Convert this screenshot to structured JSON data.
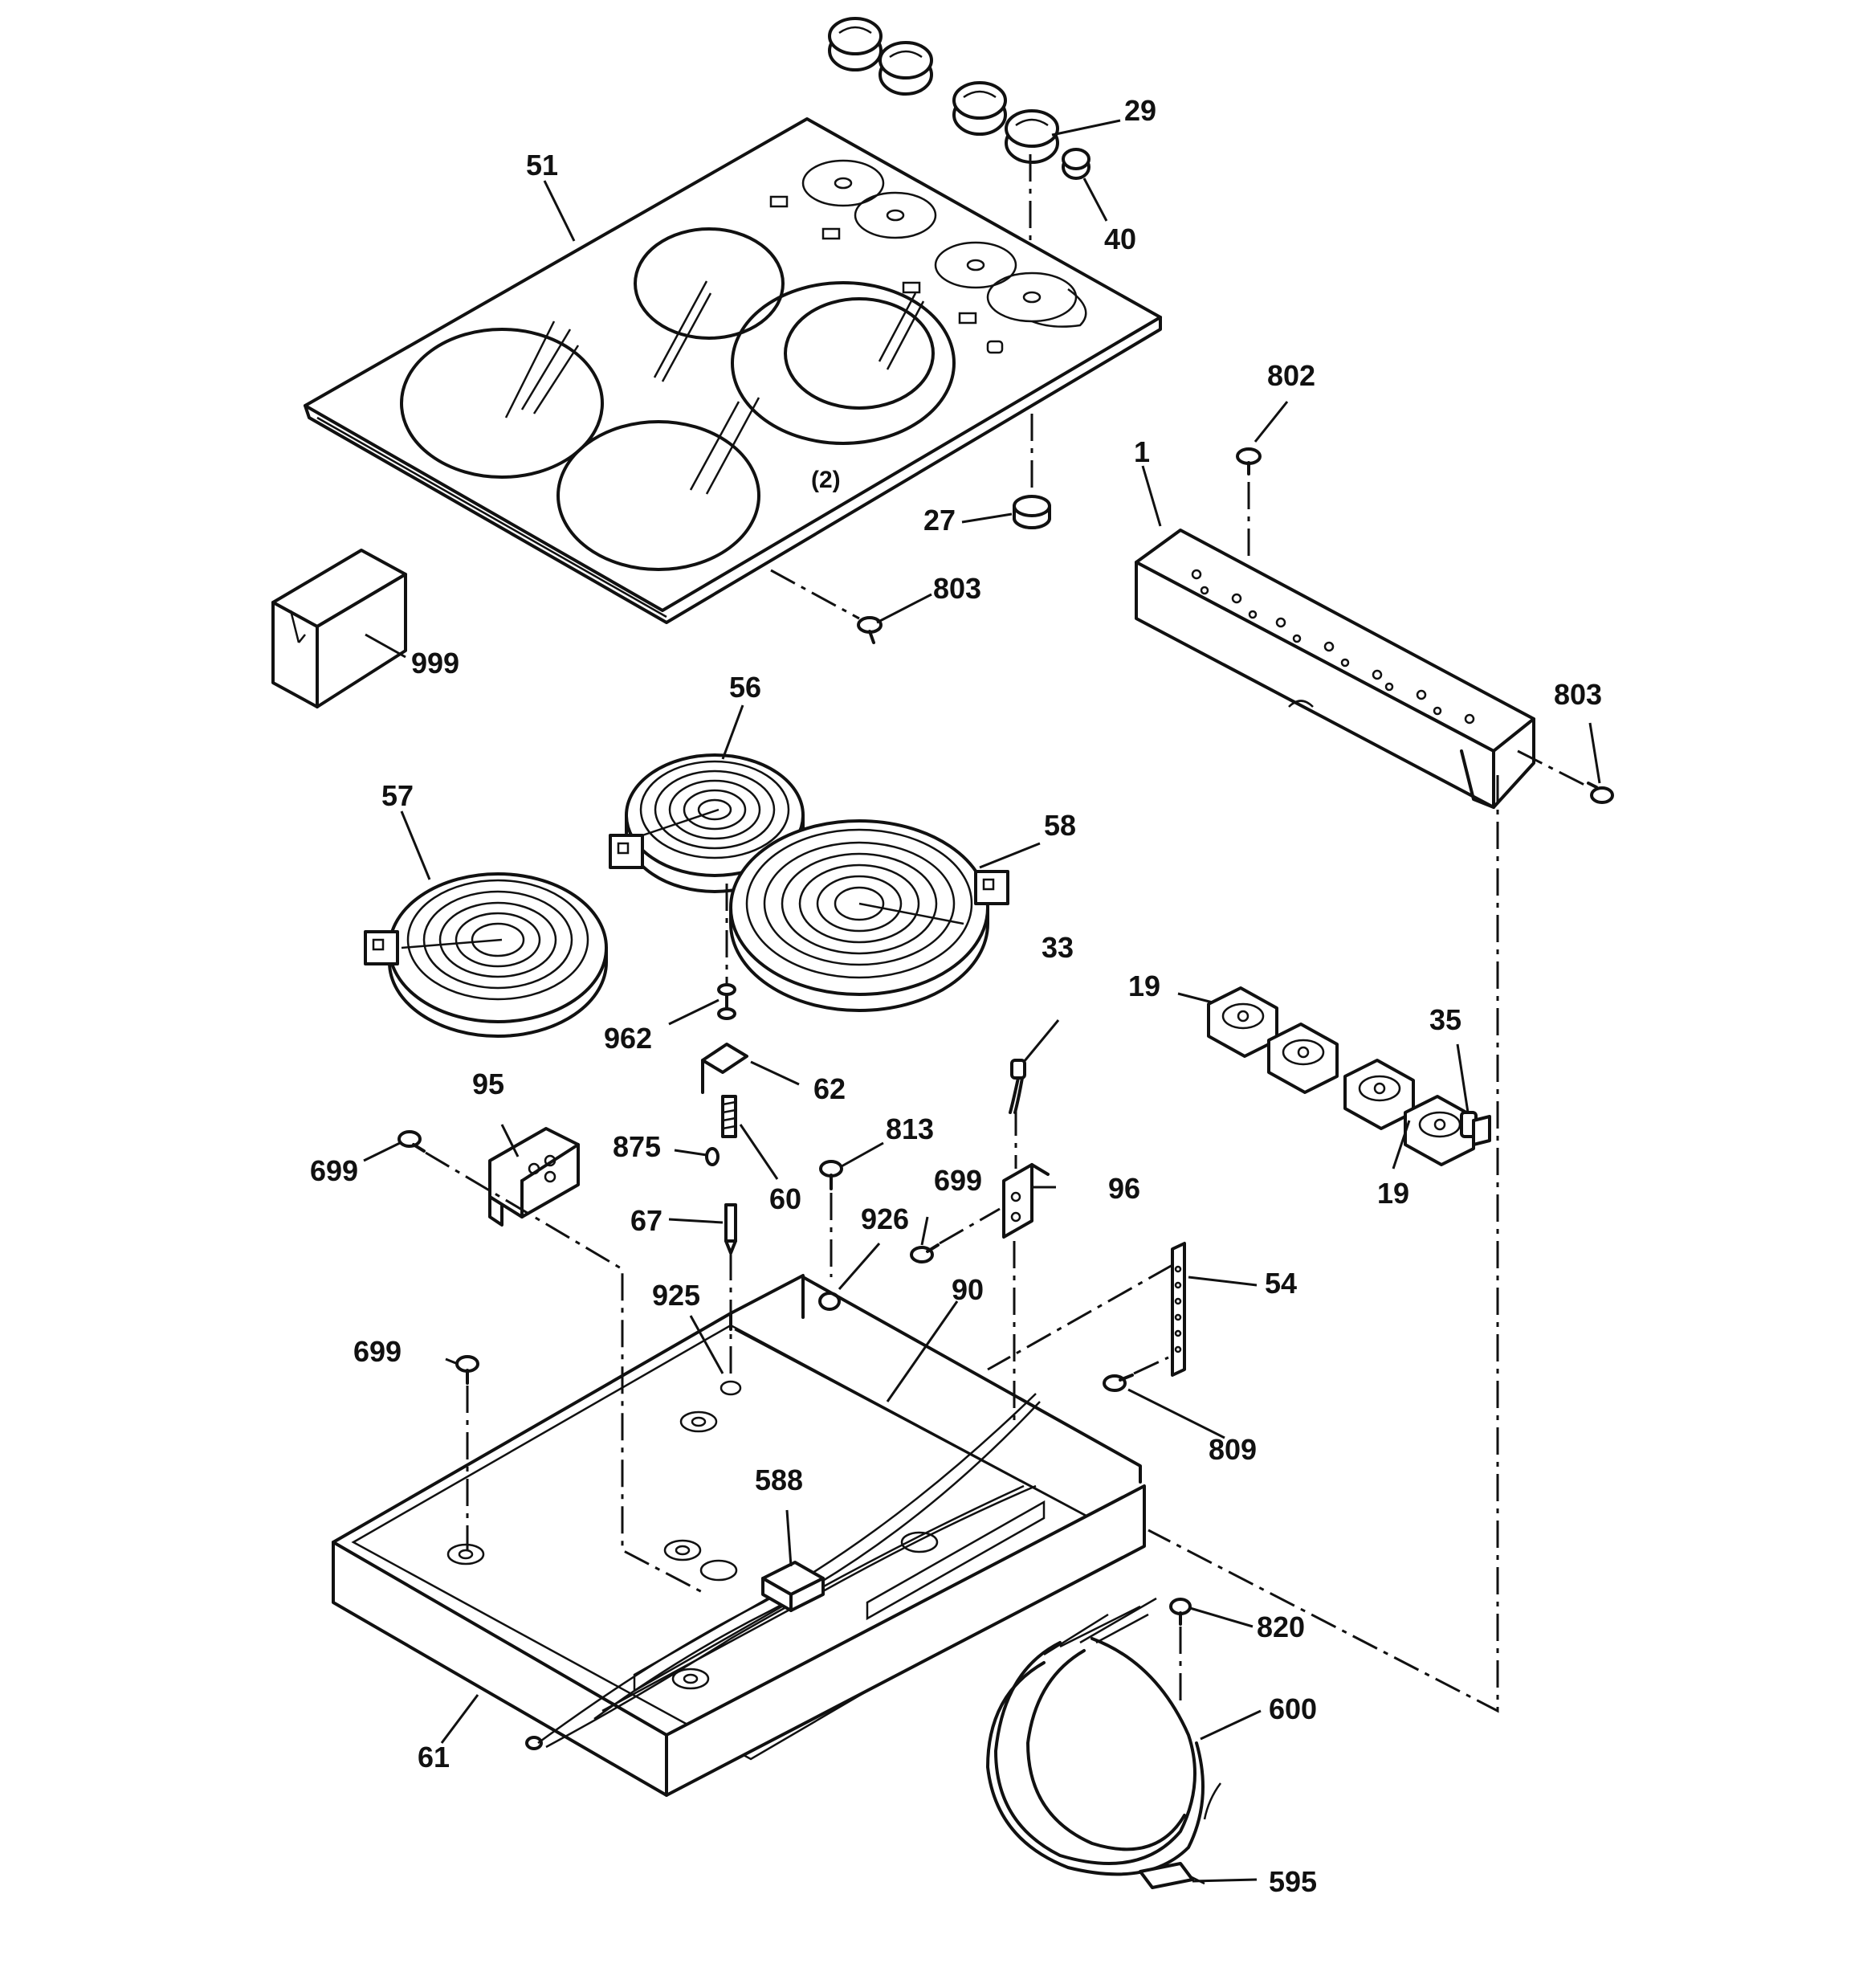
{
  "labels": {
    "p1": "1",
    "p19": "19",
    "p27": "27",
    "p29": "29",
    "p33": "33",
    "p35": "35",
    "p40": "40",
    "p51": "51",
    "p54": "54",
    "p56": "56",
    "p57": "57",
    "p58": "58",
    "p60": "60",
    "p61": "61",
    "p62": "62",
    "p67": "67",
    "p90": "90",
    "p95": "95",
    "p96": "96",
    "p588": "588",
    "p595": "595",
    "p600": "600",
    "p699": "699",
    "p802": "802",
    "p803": "803",
    "p809": "809",
    "p813": "813",
    "p820": "820",
    "p875": "875",
    "p925": "925",
    "p926": "926",
    "p962": "962",
    "p999": "999"
  },
  "cooktop_mark": "(2)"
}
